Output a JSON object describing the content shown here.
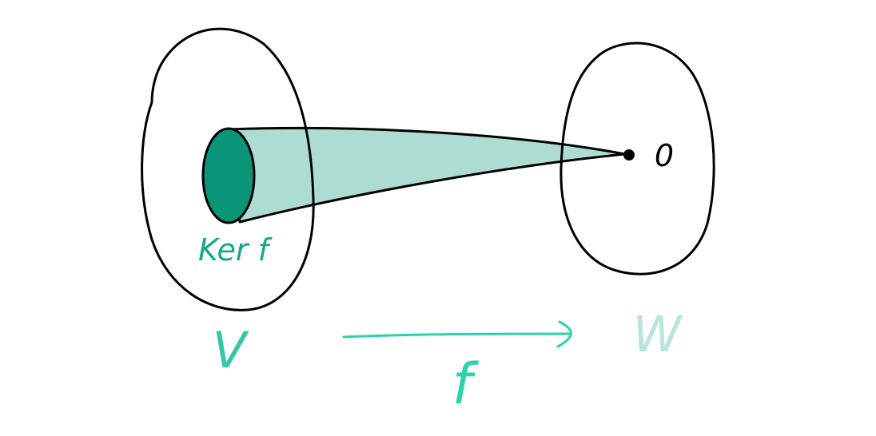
{
  "diagram": {
    "domain_label": "V",
    "codomain_label": "W",
    "kernel_label": "Ker f",
    "zero_label": "0",
    "map_label": "f"
  },
  "colors": {
    "outline": "#000000",
    "kernel_fill": "#0a9478",
    "cone_fill": "#acdcd2",
    "domain_label": "#33c7a6",
    "codomain_label": "#b8e6dc",
    "arrow": "#2ad2ad",
    "kernel_label": "#16a889"
  }
}
